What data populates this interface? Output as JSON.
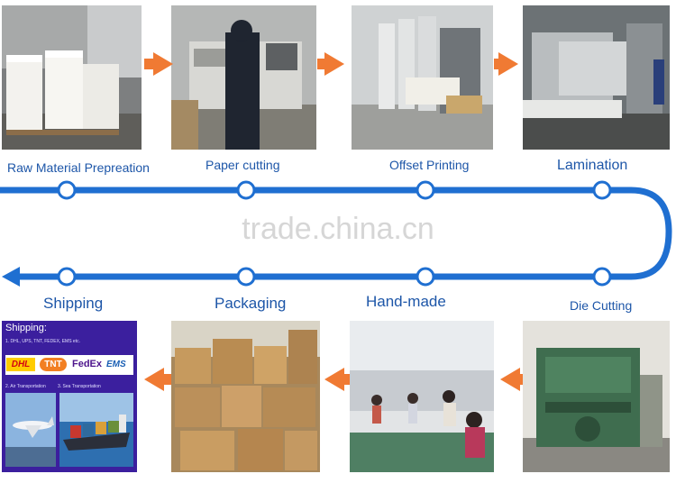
{
  "steps_top": [
    {
      "label": "Raw Material Prepreation"
    },
    {
      "label": "Paper cutting"
    },
    {
      "label": "Offset Printing"
    },
    {
      "label": "Lamination"
    }
  ],
  "steps_bottom": [
    {
      "label": "Shipping"
    },
    {
      "label": "Packaging"
    },
    {
      "label": "Hand-made"
    },
    {
      "label": "Die Cutting"
    }
  ],
  "watermark": "trade.china.cn",
  "shipping_panel": {
    "title": "Shipping:",
    "carriers_line": "1. DHL, UPS, TNT, FEDEX, EMS etc.",
    "logos": [
      "DHL",
      "TNT",
      "FedEx",
      "EMS"
    ],
    "air_caption": "2. Air Transportation",
    "sea_caption": "3. Sea Transportation"
  },
  "colors": {
    "line": "#1f6fd1",
    "label": "#1d56a8",
    "arrow": "#f07a33",
    "shipping_bg": "#3b1f9e"
  }
}
